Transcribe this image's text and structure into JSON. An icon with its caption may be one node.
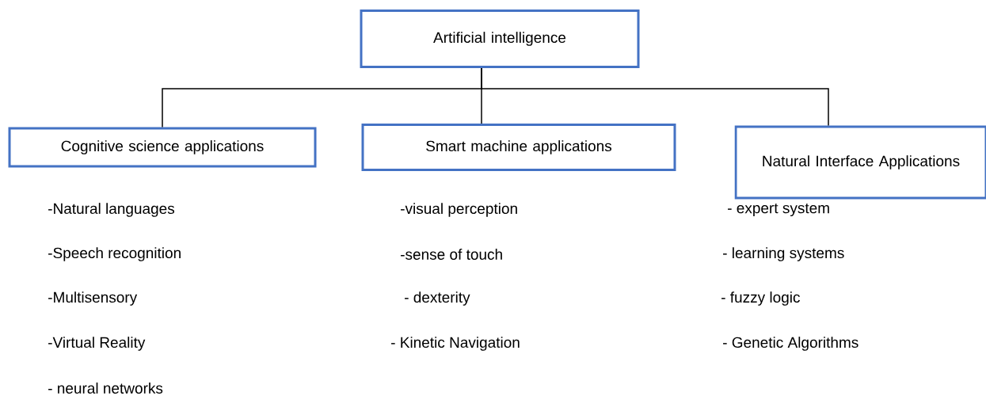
{
  "diagram": {
    "nodes": [
      {
        "text": [
          "Artificial intelligence"
        ]
      },
      {
        "text": [
          "Cognitive science applications"
        ],
        "beside": [
          "-Natural languages",
          "-Speech recognition",
          "-Multisensory",
          "-Virtual Reality",
          "- neural networks"
        ]
      },
      {
        "text": [
          "Smart machine applications"
        ],
        "beside": [
          "-visual perception",
          "-sense of touch",
          "- dexterity",
          "- Kinetic Navigation"
        ]
      },
      {
        "text": [
          "Natural Interface Applications"
        ],
        "beside": [
          "- expert system",
          "- learning systems",
          "- fuzzy logic",
          "- Genetic Algorithms"
        ]
      }
    ],
    "edges": [
      {
        "from": 0,
        "to": 1,
        "arrow": "none"
      },
      {
        "from": 0,
        "to": 2,
        "arrow": "none"
      },
      {
        "from": 0,
        "to": 3,
        "arrow": "none"
      }
    ]
  }
}
